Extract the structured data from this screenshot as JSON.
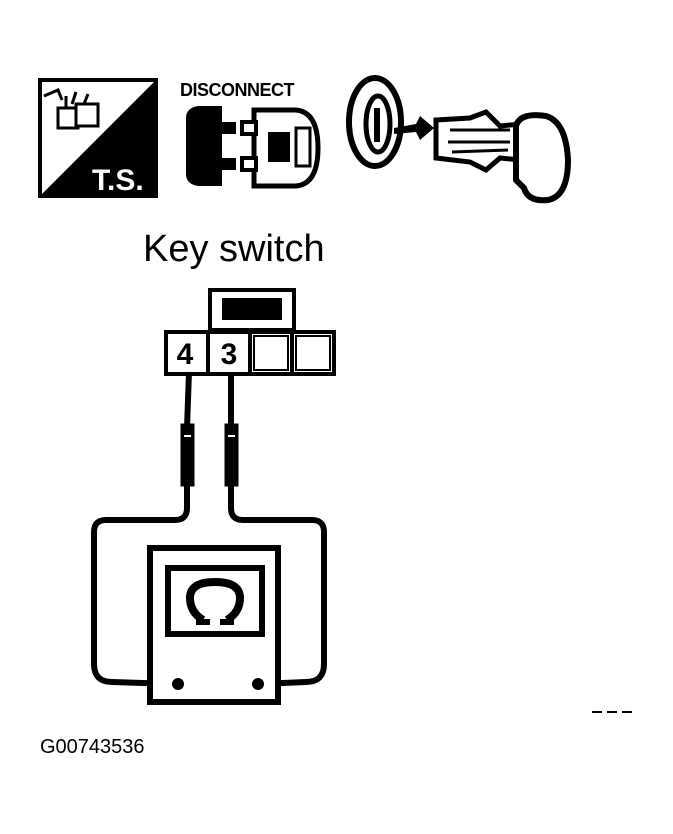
{
  "icons": {
    "ts_box_label": "T.S.",
    "disconnect_label": "DISCONNECT"
  },
  "diagram": {
    "title": "Key switch",
    "pins": [
      "4",
      "3"
    ]
  },
  "figure_code": "G00743536",
  "colors": {
    "ink": "#000000",
    "paper": "#ffffff"
  }
}
